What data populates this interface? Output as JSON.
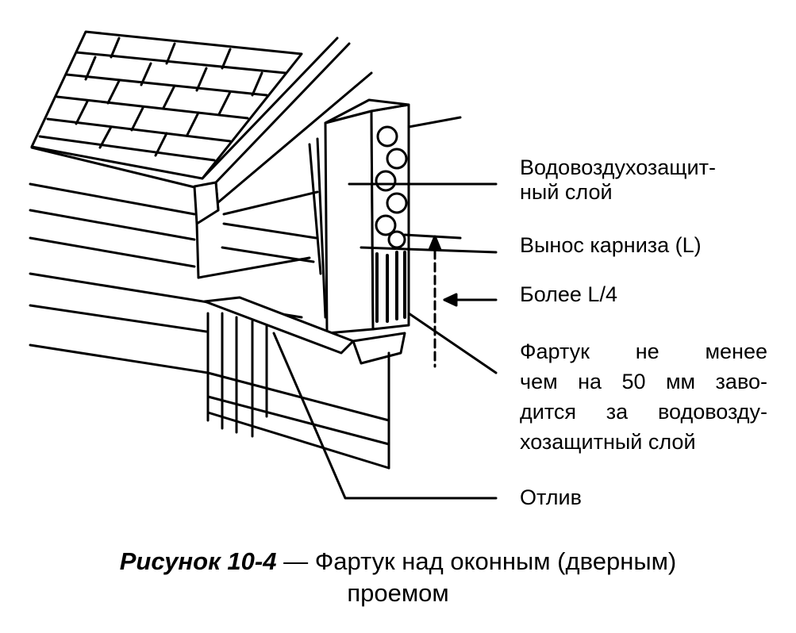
{
  "labels": {
    "membrane": "Водовоздухозащит-\nный слой",
    "overhang": "Вынос карниза (L)",
    "quarter": "Более L/4",
    "apron_1": "Фартук не менее",
    "apron_2": "чем на 50 мм заво-",
    "apron_3": "дится за водовозду-",
    "apron_4": "хозащитный слой",
    "drip": "Отлив"
  },
  "caption": {
    "figure": "Рисунок 10-4",
    "text": " — Фартук над оконным (дверным)",
    "text2": "проемом"
  }
}
